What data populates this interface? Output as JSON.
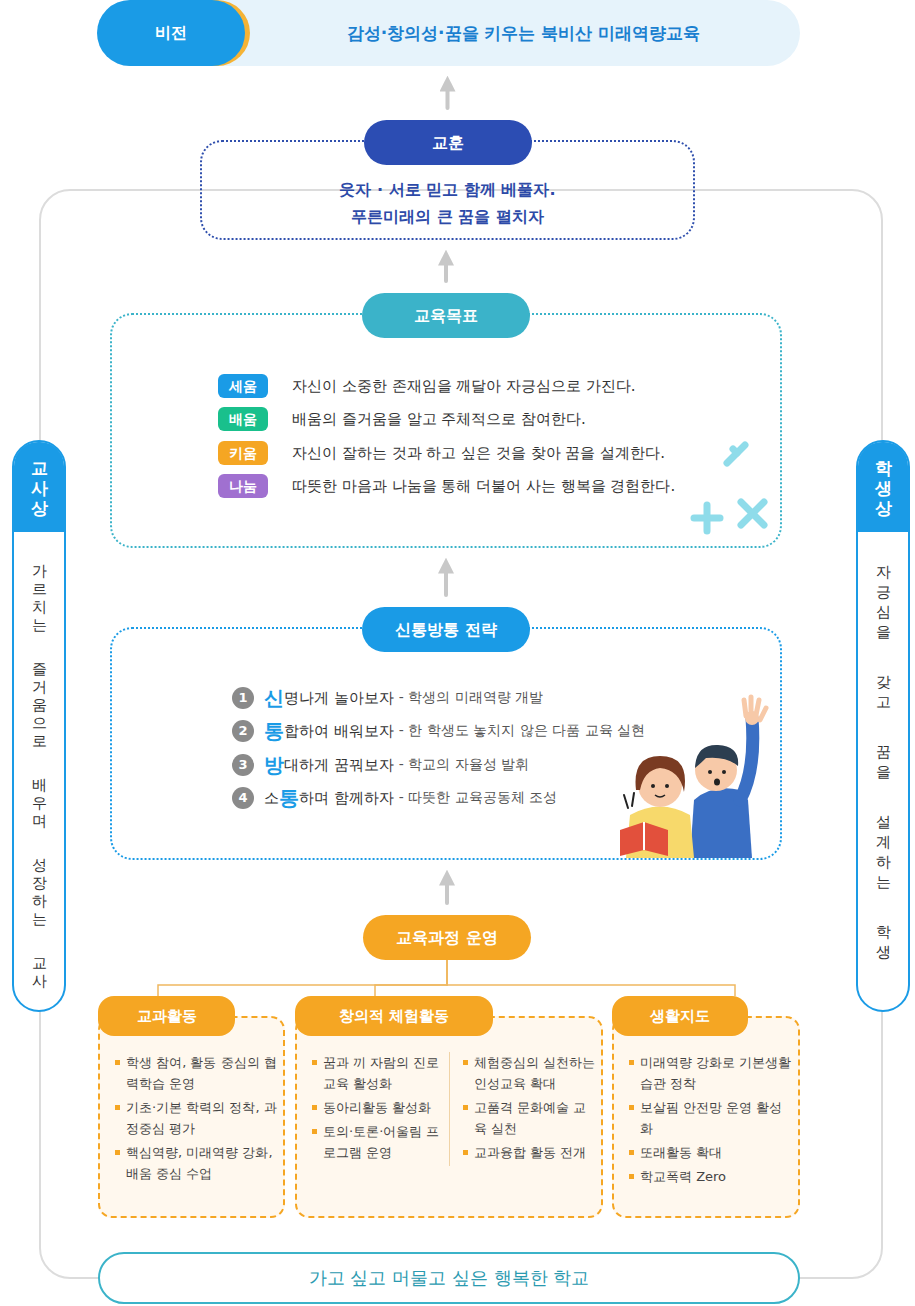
{
  "diagram": {
    "nodes": [
      {
        "text": [
          "비전",
          "감성·창의성·꿈을 키우는 북비산 미래역량교육"
        ]
      },
      {
        "text": [
          "교훈",
          "웃자 · 서로 믿고 함께 베풀자.",
          "푸른미래의 큰 꿈을 펼치자"
        ]
      },
      {
        "text": [
          "교육목표"
        ]
      },
      {
        "text": [
          "세움",
          "자신이 소중한 존재임을 깨달아 자긍심으로 가진다."
        ],
        "in": 2
      },
      {
        "text": [
          "배움",
          "배움의 즐거움을 알고 주체적으로  참여한다."
        ],
        "in": 2
      },
      {
        "text": [
          "키움",
          "자신이 잘하는 것과 하고 싶은 것을 찾아 꿈을 설계한다."
        ],
        "in": 2
      },
      {
        "text": [
          "나눔",
          "따뜻한 마음과 나눔을 통해 더불어 사는 행복을 경험한다."
        ],
        "in": 2
      },
      {
        "text": [
          "신통방통 전략"
        ]
      },
      {
        "text": [
          "1",
          "신",
          "명나게 놀아보자",
          "- 학생의 미래역량 개발"
        ],
        "in": 7
      },
      {
        "text": [
          "2",
          "통",
          "합하여 배워보자",
          "- 한 학생도 놓치지 않은 다품 교육 실현"
        ],
        "in": 7
      },
      {
        "text": [
          "3",
          "방",
          "대하게 꿈꿔보자",
          "- 학교의 자율성 발휘"
        ],
        "in": 7
      },
      {
        "text": [
          "4",
          "소",
          "통",
          "하며 함께하자",
          "- 따뜻한 교육공동체 조성"
        ],
        "in": 7
      },
      {
        "text": [
          "교육과정 운영"
        ]
      },
      {
        "text": [
          "교과활동",
          "학생 참여, 활동 중심의 협력학습 운영",
          "기초·기본 학력의 정착, 과정중심 평가",
          "핵심역량, 미래역량 강화, 배움 중심 수업"
        ]
      },
      {
        "text": [
          "창의적 체험활동",
          "꿈과 끼 자람의 진로교육 활성화",
          "동아리활동 활성화",
          "토의·토론·어울림 프로그램 운영",
          "체험중심의 실천하는 인성교육 확대",
          "고품격 문화예술 교육 실천",
          "교과융합 활동 전개"
        ]
      },
      {
        "text": [
          "생활지도",
          "미래역량 강화로 기본생활습관 정착",
          "보살핌 안전망 운영 활성화",
          "또래활동 확대",
          "학교폭력 Zero"
        ]
      },
      {
        "text": [
          "교사상",
          "가르치는 즐거움으로 배우며 성장하는 교사"
        ]
      },
      {
        "text": [
          "학생상",
          "자긍심을 갖고 꿈을 설계하는 학생"
        ]
      },
      {
        "text": [
          "가고 싶고 머물고 싶은 행복한 학교"
        ]
      }
    ],
    "edges": [
      {
        "from": 12,
        "to": 7,
        "arrow": "to"
      },
      {
        "from": 7,
        "to": 2,
        "arrow": "to"
      },
      {
        "from": 2,
        "to": 1,
        "arrow": "to"
      },
      {
        "from": 1,
        "to": 0,
        "arrow": "to"
      },
      {
        "from": 12,
        "to": 13,
        "arrow": "none"
      },
      {
        "from": 12,
        "to": 14,
        "arrow": "none"
      },
      {
        "from": 12,
        "to": 15,
        "arrow": "none"
      }
    ]
  }
}
